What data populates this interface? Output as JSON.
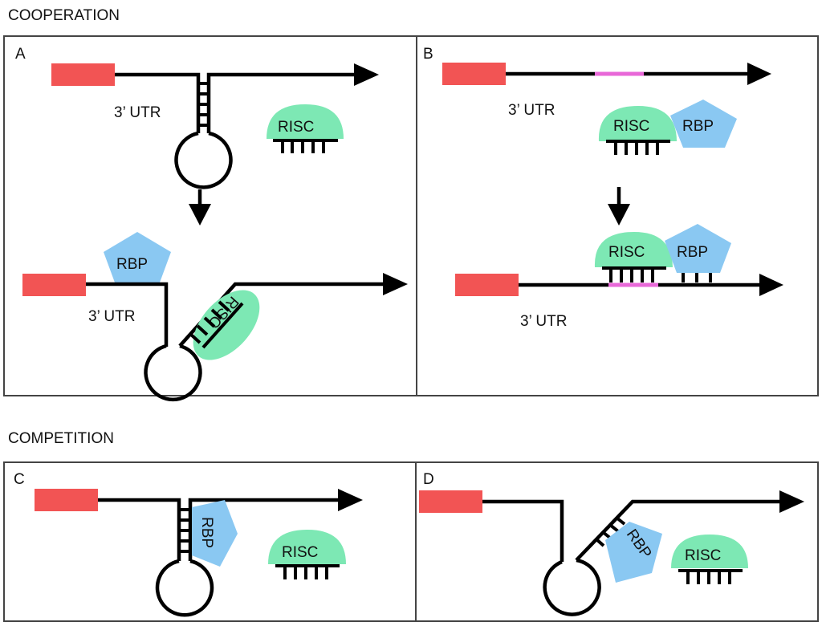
{
  "sections": {
    "cooperation": "COOPERATION",
    "competition": "COMPETITION"
  },
  "panels": {
    "A": {
      "letter": "A",
      "utr_label": "3’ UTR",
      "utr_label_2": "3’ UTR",
      "risc": "RISC",
      "rbp": "RBP"
    },
    "B": {
      "letter": "B",
      "utr_label": "3’ UTR",
      "utr_label_2": "3’ UTR",
      "risc": "RISC",
      "rbp": "RBP"
    },
    "C": {
      "letter": "C",
      "risc": "RISC",
      "rbp": "RBP"
    },
    "D": {
      "letter": "D",
      "risc": "RISC",
      "rbp": "RBP"
    }
  },
  "colors": {
    "coding_region": "#f25454",
    "binding_site": "#e868d8",
    "risc": "#7de8b4",
    "rbp": "#8ac8f2",
    "rna": "#000000"
  }
}
